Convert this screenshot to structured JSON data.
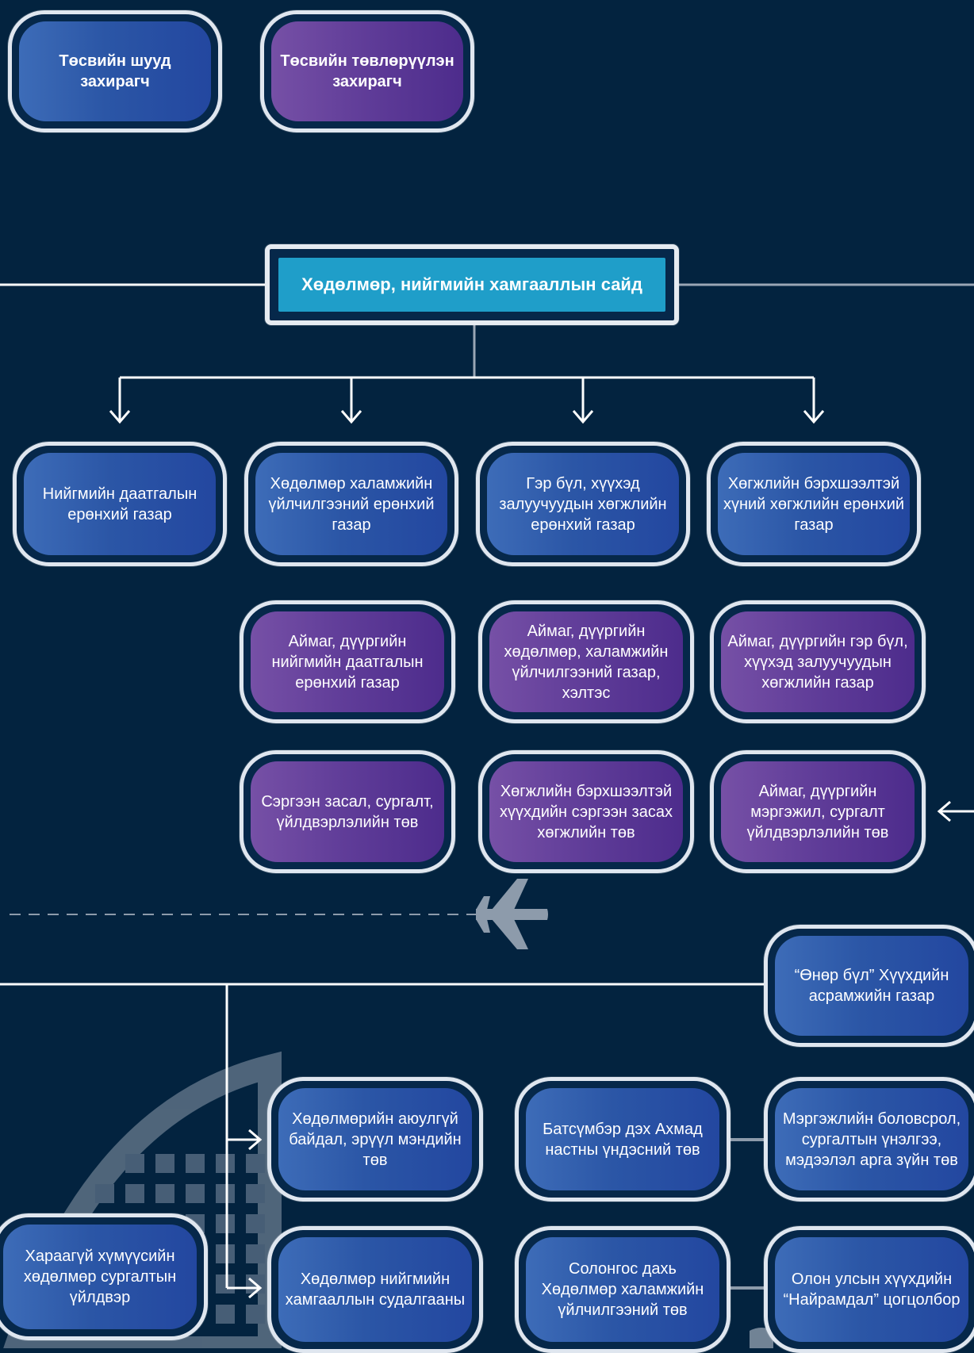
{
  "legend": {
    "direct": "Төсвийн шууд захирагч",
    "central": "Төсвийн төвлөрүүлэн захирагч"
  },
  "ministry": "Хөдөлмөр, нийгмийн хамгааллын сайд",
  "general_agencies": [
    "Нийгмийн даатгалын ерөнхий газар",
    "Хөдөлмөр халамжийн үйлчилгээний ерөнхий газар",
    "Гэр бүл, хүүхэд залуучуудын хөгжлийн ерөнхий газар",
    "Хөгжлийн бэрхшээлтэй хүний хөгжлийн ерөнхий газар"
  ],
  "local_agencies": [
    "Аймаг, дүүргийн нийгмийн даатгалын ерөнхий газар",
    "Аймаг, дүүргийн хөдөлмөр, халамжийн үйлчилгээний газар, хэлтэс",
    "Аймаг, дүүргийн гэр бүл, хүүхэд залуучуудын хөгжлийн газар"
  ],
  "centers": [
    "Сэргээн засал, сургалт, үйлдвэрлэлийн төв",
    "Хөгжлийн бэрхшээлтэй хүүхдийн сэргээн засах хөгжлийн төв",
    "Аймаг, дүүргийн мэргэжил, сургалт үйлдвэрлэлийн төв"
  ],
  "care_center": "“Өнөр бүл” Хүүхдийн асрамжийн газар",
  "bottom_units": [
    "Хөдөлмөрийн аюулгүй байдал, эрүүл мэндийн төв",
    "Батсүмбэр дэх Ахмад настны үндэсний төв",
    "Мэргэжлийн боловсрол, сургалтын үнэлгээ, мэдээлэл арга зүйн төв",
    "Хараагүй хүмүүсийн хөдөлмөр сургалтын үйлдвэр",
    "Хөдөлмөр нийгмийн хамгааллын судалгааны",
    "Солонгос дахь Хөдөлмөр халамжийн үйлчилгээний төв",
    "Олон улсын хүүхдийн “Найрамдал” цогцолбор"
  ],
  "colors": {
    "background": "#03233f",
    "direct_box": "#2b56a6",
    "central_box": "#5f3c98",
    "ministry_box": "#1f9ec9"
  }
}
